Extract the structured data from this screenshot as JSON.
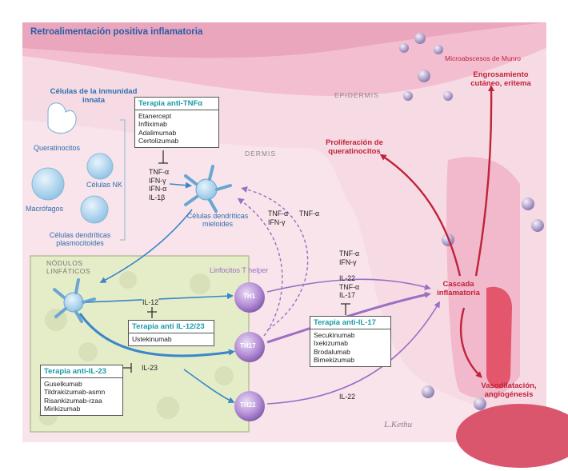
{
  "title": "Retroalimentación positiva inflamatoria",
  "regions": {
    "epidermis": "EPIDERMIS",
    "dermis": "DERMIS",
    "lymph_nodes": "NÓDULOS LINFÁTICOS"
  },
  "innate": {
    "heading": "Células de la inmunidad innata",
    "keratinocytes": "Queratinocitos",
    "nk": "Células NK",
    "macrophages": "Macrófagos",
    "pdc": "Células dendríticas plasmocitoides"
  },
  "myeloid_dc": "Células dendríticas mieloides",
  "helper_t": "Linfocitos T helper",
  "cells": {
    "th1": "TH1",
    "th17": "TH17",
    "th22": "TH22"
  },
  "cytokines": {
    "innate_list": [
      "TNF-α",
      "IFN-γ",
      "IFN-α",
      "IL-1β"
    ],
    "feedback_a": [
      "TNF-α",
      "IFN-γ"
    ],
    "feedback_b": "TNF-α",
    "th1_out": [
      "TNF-α",
      "IFN-γ"
    ],
    "th17_out": [
      "IL-22",
      "TNF-α",
      "IL-17"
    ],
    "th22_out": "IL-22",
    "il12": "IL-12",
    "il23": "IL-23"
  },
  "therapies": {
    "anti_tnf": {
      "title": "Terapia anti-TNFα",
      "drugs": [
        "Etanercept",
        "Infliximab",
        "Adalimumab",
        "Certolizumab"
      ]
    },
    "anti_il12_23": {
      "title": "Terapia anti IL-12/23",
      "drugs": [
        "Ustekinumab"
      ]
    },
    "anti_il23": {
      "title": "Terapia anti-IL-23",
      "drugs": [
        "Guselkumab",
        "Tildrakizumab-asmn",
        "Risankizumab-rzaa",
        "Mirikizumab"
      ]
    },
    "anti_il17": {
      "title": "Terapia anti-IL-17",
      "drugs": [
        "Secukinumab",
        "Ixekizumab",
        "Brodalumab",
        "Bimekizumab"
      ]
    }
  },
  "outcomes": {
    "munro": "Microabscesos de Munro",
    "thickening": "Engrosamiento cutáneo, eritema",
    "proliferation": "Proliferación de queratinocitos",
    "cascade": "Cascada inflamatoria",
    "vasodilation": "Vasodilatación, angiogénesis"
  },
  "signature": "L.Kethu",
  "colors": {
    "title_blue": "#2b5ca8",
    "therapy_teal": "#1b9aa8",
    "outcome_red": "#c0223a",
    "skin_pink": "#f4c6d3",
    "node_green": "#e4ecc8",
    "arrow_purple": "#9b6fc4"
  }
}
